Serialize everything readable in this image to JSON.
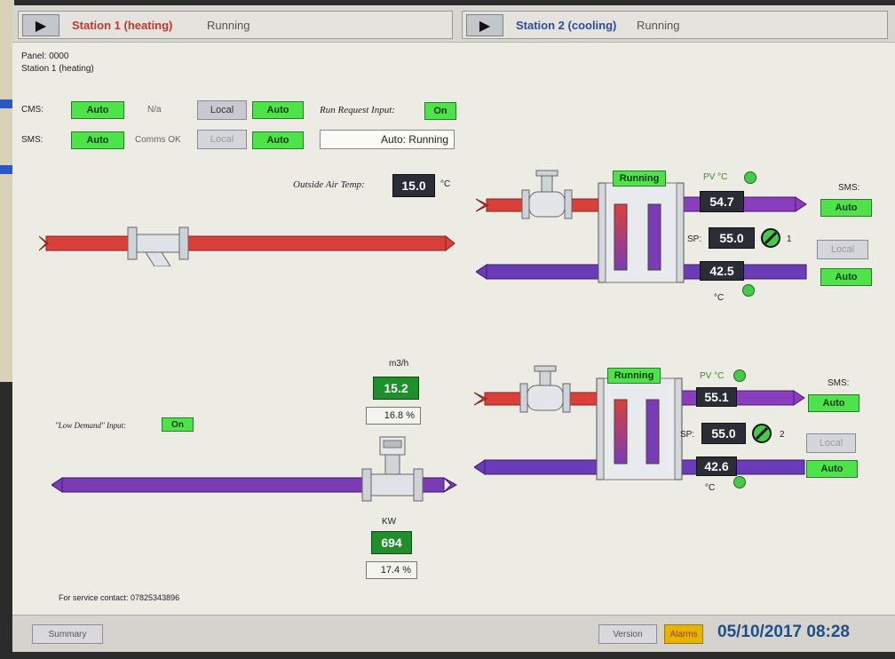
{
  "tabs": [
    {
      "title": "Station 1 (heating)",
      "status": "Running"
    },
    {
      "title": "Station 2 (cooling)",
      "status": "Running"
    }
  ],
  "panel": {
    "label": "Panel: 0000",
    "station": "Station 1 (heating)"
  },
  "cms": {
    "label": "CMS:",
    "mode": "Auto",
    "note": "N/a",
    "local_btn": "Local",
    "auto_btn": "Auto"
  },
  "sms": {
    "label": "SMS:",
    "mode": "Auto",
    "note": "Comms OK",
    "local_btn": "Local",
    "auto_btn": "Auto"
  },
  "run_request": {
    "label": "Run Request Input:",
    "value": "On",
    "status": "Auto: Running"
  },
  "outside_air": {
    "label": "Outside Air Temp:",
    "value": "15.0",
    "unit": "°C"
  },
  "hx1": {
    "status": "Running",
    "pv_label": "PV °C",
    "pv": "54.7",
    "sp_label": "SP:",
    "sp": "55.0",
    "index": "1",
    "return_temp": "42.5",
    "return_unit": "°C",
    "sms_label": "SMS:",
    "sms_mode": "Auto",
    "local_btn": "Local",
    "auto_btn": "Auto"
  },
  "hx2": {
    "status": "Running",
    "pv_label": "PV °C",
    "pv": "55.1",
    "sp_label": "SP:",
    "sp": "55.0",
    "index": "2",
    "return_temp": "42.6",
    "return_unit": "°C",
    "sms_label": "SMS:",
    "sms_mode": "Auto",
    "local_btn": "Local",
    "auto_btn": "Auto"
  },
  "flow": {
    "unit": "m3/h",
    "value": "15.2",
    "percent": "16.8 %"
  },
  "power": {
    "unit": "KW",
    "value": "694",
    "percent": "17.4 %"
  },
  "low_demand": {
    "label": "\"Low Demand\" Input:",
    "value": "On"
  },
  "service_contact": "For service contact: 07825343896",
  "footer": {
    "left_btn": "Summary",
    "version_btn": "Version",
    "alarm_btn": "Alarms",
    "datetime": "05/10/2017 08:28"
  },
  "colors": {
    "heating_pipe": "#d9403a",
    "cooling_pipe": "#7b3bb5",
    "button_green": "#4ee34a",
    "display_dark": "#2a2d35"
  }
}
